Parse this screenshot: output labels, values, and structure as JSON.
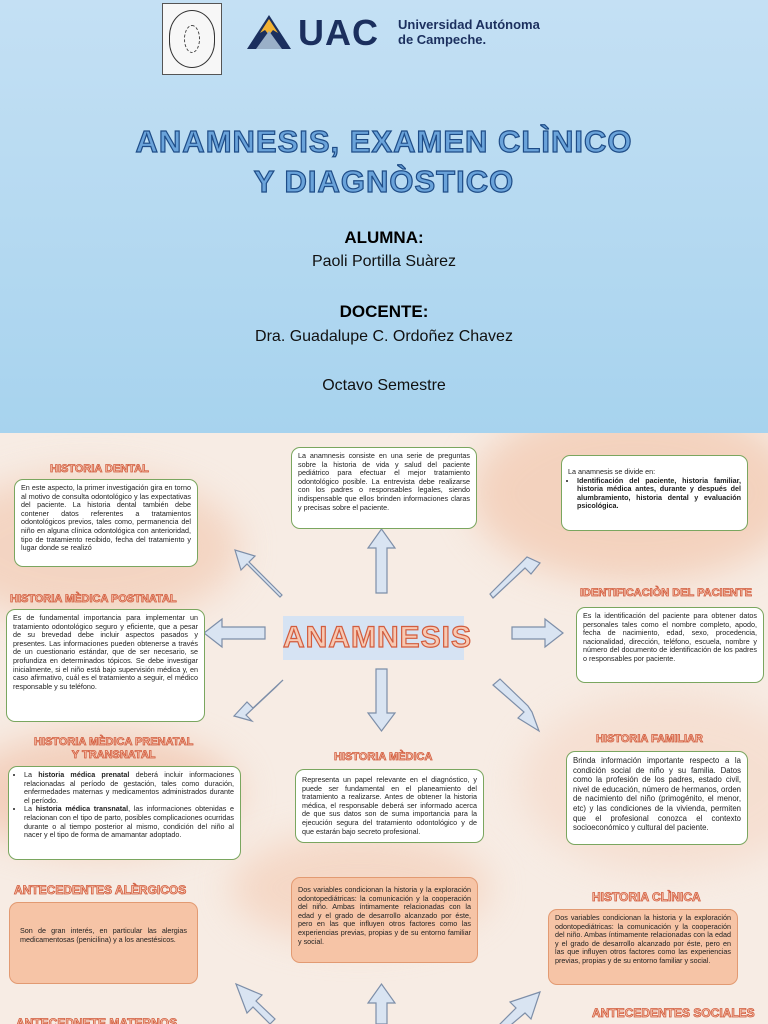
{
  "cover": {
    "brand_abbr": "UAC",
    "brand_name_line1": "Universidad Autónoma",
    "brand_name_line2": "de Campeche.",
    "title_line1": "ANAMNESIS, EXAMEN CLÌNICO",
    "title_line2": "Y DIAGNÒSTICO",
    "student_label": "ALUMNA:",
    "student_name": "Paoli Portilla Suàrez",
    "teacher_label": "DOCENTE:",
    "teacher_name": "Dra. Guadalupe C. Ordoñez Chavez",
    "semester": "Octavo Semestre",
    "colors": {
      "title_fill": "#6aa3da",
      "title_stroke": "#1e4c87",
      "brand": "#1b2f5e"
    }
  },
  "map": {
    "center": "ANAMNESIS",
    "intro": "La anamnesis consiste en una serie de preguntas sobre la historia de vida y salud del paciente pediátrico para efectuar el mejor tratamiento odontológico posible. La entrevista debe realizarse con los padres o responsables legales, siendo indispensable que ellos brinden informaciones claras y precisas sobre el paciente.",
    "divisions": {
      "lead": "La anamnesis se divide en:",
      "item": "Identificación del paciente, historia familiar, historia médica antes, durante y después del alumbramiento, historia dental y evaluación psicológica."
    },
    "historia_dental": {
      "heading": "HISTORIA DENTAL",
      "text": "En este aspecto, la primer investigación gira en torno al motivo de consulta odontológico y las expectativas del paciente. La historia dental también debe contener datos referentes a tratamientos odontológicos previos, tales como, permanencia del niño en alguna clínica odontológica con anterioridad, tipo de tratamiento recibido, fecha del tratamiento y lugar donde se realizó"
    },
    "historia_postnatal": {
      "heading": "HISTORIA MÈDICA POSTNATAL",
      "text": "Es de fundamental importancia para implementar un tratamiento odontológico seguro y eficiente, que a pesar de su brevedad debe incluir aspectos pasados y presentes. Las informaciones pueden obtenerse a través de un cuestionario estándar, que de ser necesario, se profundiza en determinados tópicos. Se debe investigar inicialmente, si el niño está bajo supervisión médica y, en caso afirmativo, cuál es el tratamiento a seguir, el médico responsable y su teléfono."
    },
    "identificacion": {
      "heading": "IDENTIFICACIÒN DEL PACIENTE",
      "text": "Es la identificación del paciente para obtener datos personales tales como el nombre completo, apodo, fecha de nacimiento, edad, sexo, procedencia, nacionalidad, dirección, teléfono, escuela, nombre y número del documento de identificación de los padres o responsables por paciente."
    },
    "historia_prenatal": {
      "heading_line1": "HISTORIA MÈDICA PRENATAL",
      "heading_line2": "Y TRANSNATAL",
      "item1_pre": "La ",
      "item1_bold": "historia médica prenatal",
      "item1_post": " deberá incluir informaciones relacionadas al período de gestación, tales como duración, enfermedades maternas y medicamentos administrados durante el período.",
      "item2_pre": "La ",
      "item2_bold": "historia médica transnatal",
      "item2_post": ", las informaciones obtenidas e relacionan con el tipo de parto, posibles complicaciones ocurridas durante o al tiempo posterior al mismo, condición del niño al nacer y el tipo de forma de amamantar adoptado."
    },
    "historia_medica": {
      "heading": "HISTORIA MÈDICA",
      "text": "Representa un papel relevante en el diagnóstico, y puede ser fundamental en el planeamiento del tratamiento a realizarse. Antes de obtener la historia médica, el responsable deberá ser informado acerca de que sus datos son de suma importancia para la ejecución segura del tratamiento odontológico y de que estarán bajo secreto profesional."
    },
    "historia_familiar": {
      "heading": "HISTORIA FAMILIAR",
      "text": "Brinda información importante respecto a la condición social de niño y su familia. Datos como la profesión de los padres, estado civil, nivel de educación, número de hermanos, orden de nacimiento del niño (primogénito, el menor, etc) y las condiciones de la vivienda, permiten que el profesional conozca el contexto socioeconómico y cultural del paciente."
    },
    "alergicos": {
      "heading": "ANTECEDENTES ALÈRGICOS",
      "text": "Son de gran interés, en particular las alergias medicamentosas (penicilina) y a los anestésicos."
    },
    "variables": {
      "text": "Dos variables condicionan la historia y la exploración odontopediátricas: la comunicación y la cooperación del niño. Ambas íntimamente relacionadas con la edad y el grado de desarrollo alcanzado por éste, pero en las que influyen otros factores como las experiencias previas, propias y de su entorno familiar y social."
    },
    "historia_clinica": {
      "heading": "HISTORIA CLÌNICA",
      "text": "Dos variables condicionan la historia y la exploración odontopediátricas: la comunicación y la cooperación del niño. Ambas íntimamente relacionadas con la edad y el grado de desarrollo alcanzado por éste, pero en las que influyen otros factores como las experiencias previas, propias y de su entorno familiar y social."
    },
    "antecedentes_maternos": {
      "heading": "ANTECEDNETE MATERNOS"
    },
    "antecedentes_sociales": {
      "heading": "ANTECEDENTES SOCIALES"
    },
    "colors": {
      "heading_fill": "#f7c9b3",
      "heading_stroke": "#d25c3e",
      "box_border": "#7aa65f",
      "peach_box": "#f6c4a6",
      "arrow_fill": "#d9e4f2",
      "arrow_stroke": "#7d8ea8"
    }
  }
}
